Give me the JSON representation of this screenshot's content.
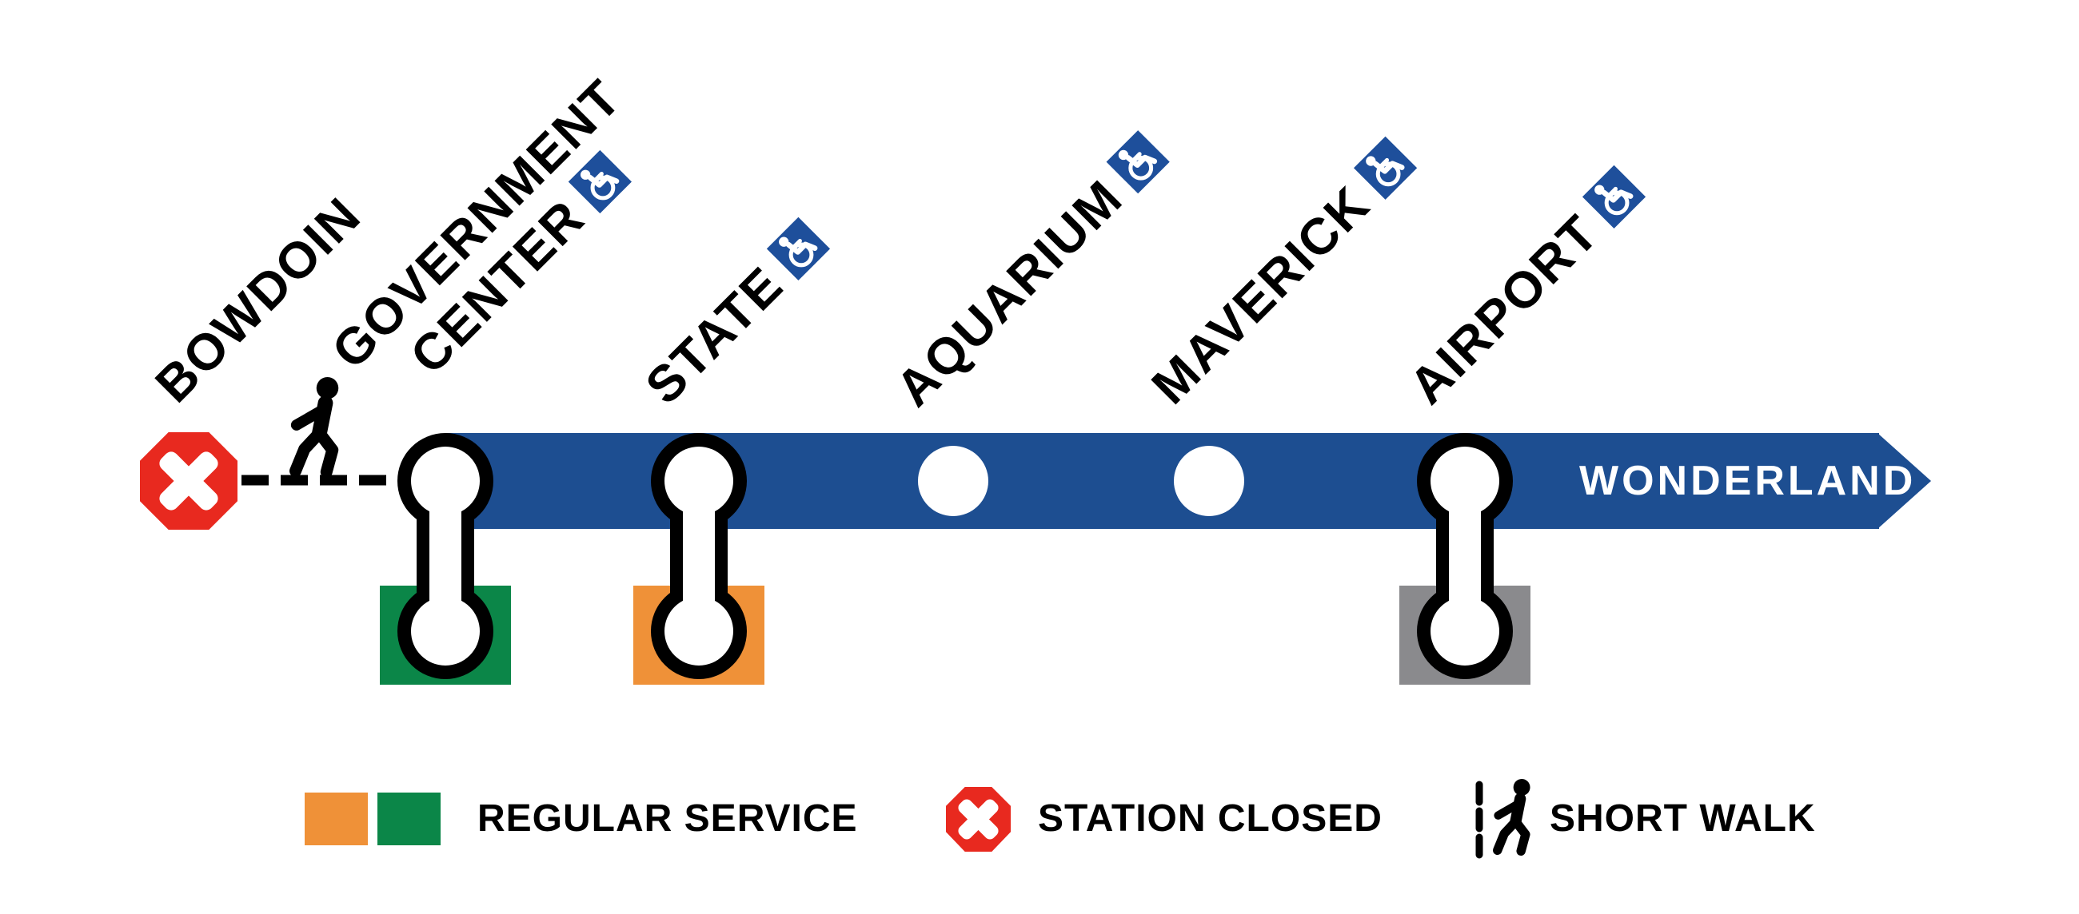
{
  "map": {
    "direction_label": "WONDERLAND",
    "stations": [
      {
        "name": "BOWDOIN",
        "accessible": false,
        "closed": true
      },
      {
        "name": "GOVERNMENT CENTER",
        "line1": "GOVERNMENT",
        "line2": "CENTER",
        "accessible": true,
        "transfer_square": "green"
      },
      {
        "name": "STATE",
        "accessible": true,
        "transfer_square": "orange"
      },
      {
        "name": "AQUARIUM",
        "accessible": true
      },
      {
        "name": "MAVERICK",
        "accessible": true
      },
      {
        "name": "AIRPORT",
        "accessible": true,
        "transfer_square": "gray"
      }
    ]
  },
  "legend": {
    "items": [
      {
        "label": "REGULAR SERVICE",
        "icons": [
          "orange-square",
          "green-square"
        ]
      },
      {
        "label": "STATION CLOSED",
        "icons": [
          "closed-octagon"
        ]
      },
      {
        "label": "SHORT WALK",
        "icons": [
          "dashed-line",
          "walking-person"
        ]
      }
    ]
  },
  "colors": {
    "line_blue": "#1d4e91",
    "accessibility_blue": "#1e4f9b",
    "transfer_green": "#0b8648",
    "transfer_orange": "#ef9138",
    "transfer_gray": "#8a8a8d",
    "closed_red": "#e8291f",
    "text_black": "#000000",
    "white": "#ffffff"
  }
}
